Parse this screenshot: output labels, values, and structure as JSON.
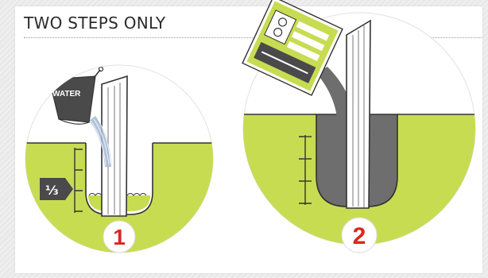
{
  "title": "TWO STEPS ONLY",
  "step1": {
    "number": "1",
    "bucket_label": "WATER",
    "fill_marker": "⅓"
  },
  "step2": {
    "number": "2"
  },
  "colors": {
    "accent_green": "#c8dc52",
    "step_red": "#d8291e",
    "grout_gray": "#6e6e6f",
    "dark_gray": "#4a4a4b",
    "water_blue": "#a4b7d4",
    "background": "#e9e9e9"
  }
}
